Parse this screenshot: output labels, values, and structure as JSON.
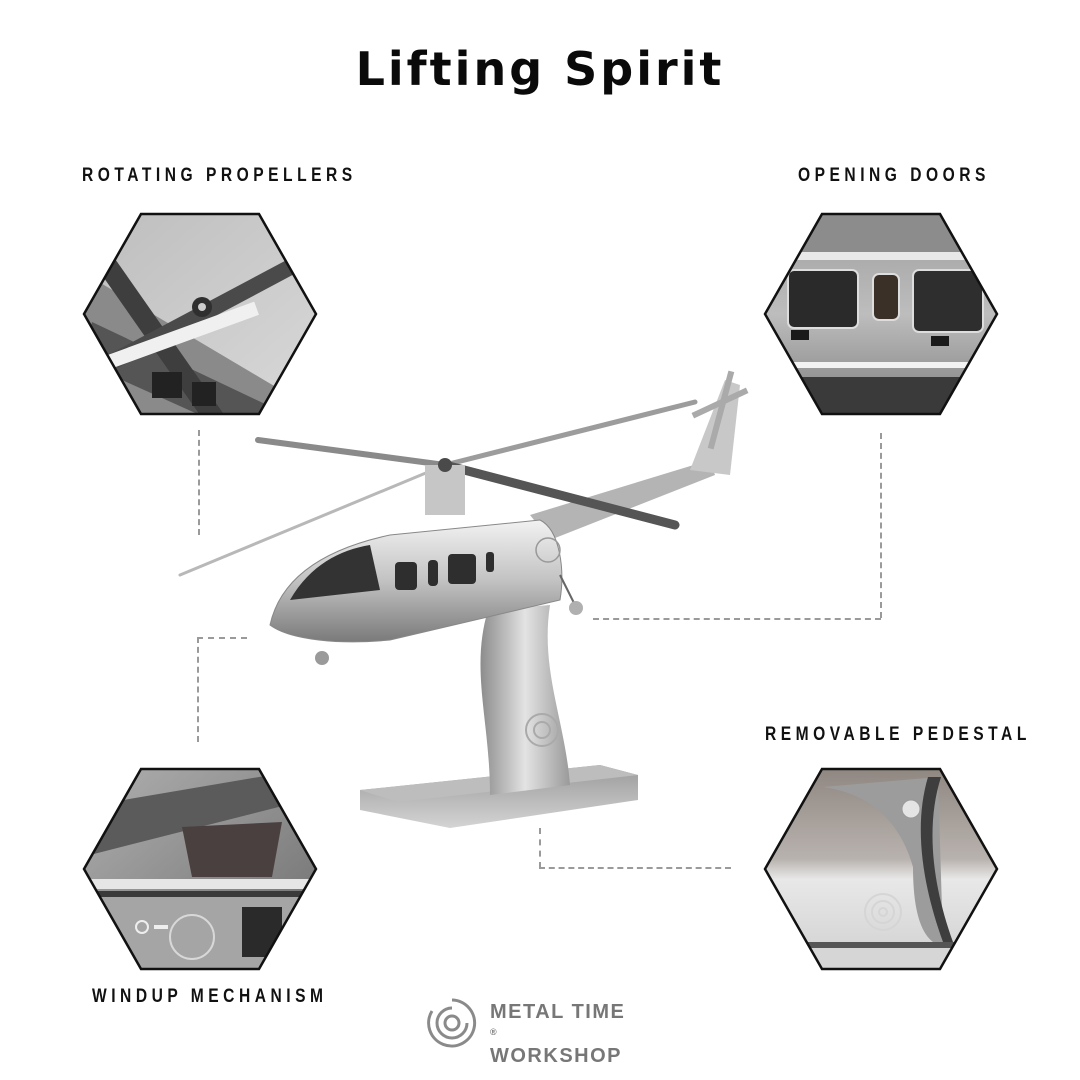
{
  "title": "Lifting Spirit",
  "features": [
    {
      "id": "rotating-propellers",
      "label": "ROTATING PROPELLERS"
    },
    {
      "id": "opening-doors",
      "label": "OPENING DOORS"
    },
    {
      "id": "removable-pedestal",
      "label": "REMOVABLE PEDESTAL"
    },
    {
      "id": "windup-mechanism",
      "label": "WINDUP MECHANISM"
    }
  ],
  "brand": {
    "line1": "METAL TIME",
    "registered": "®",
    "line2": "WORKSHOP"
  },
  "colors": {
    "text": "#111111",
    "dash": "#9a9a9a",
    "metal_light": "#d8d8d8",
    "metal_dark": "#6e6e6e",
    "logo_gray": "#777777"
  }
}
